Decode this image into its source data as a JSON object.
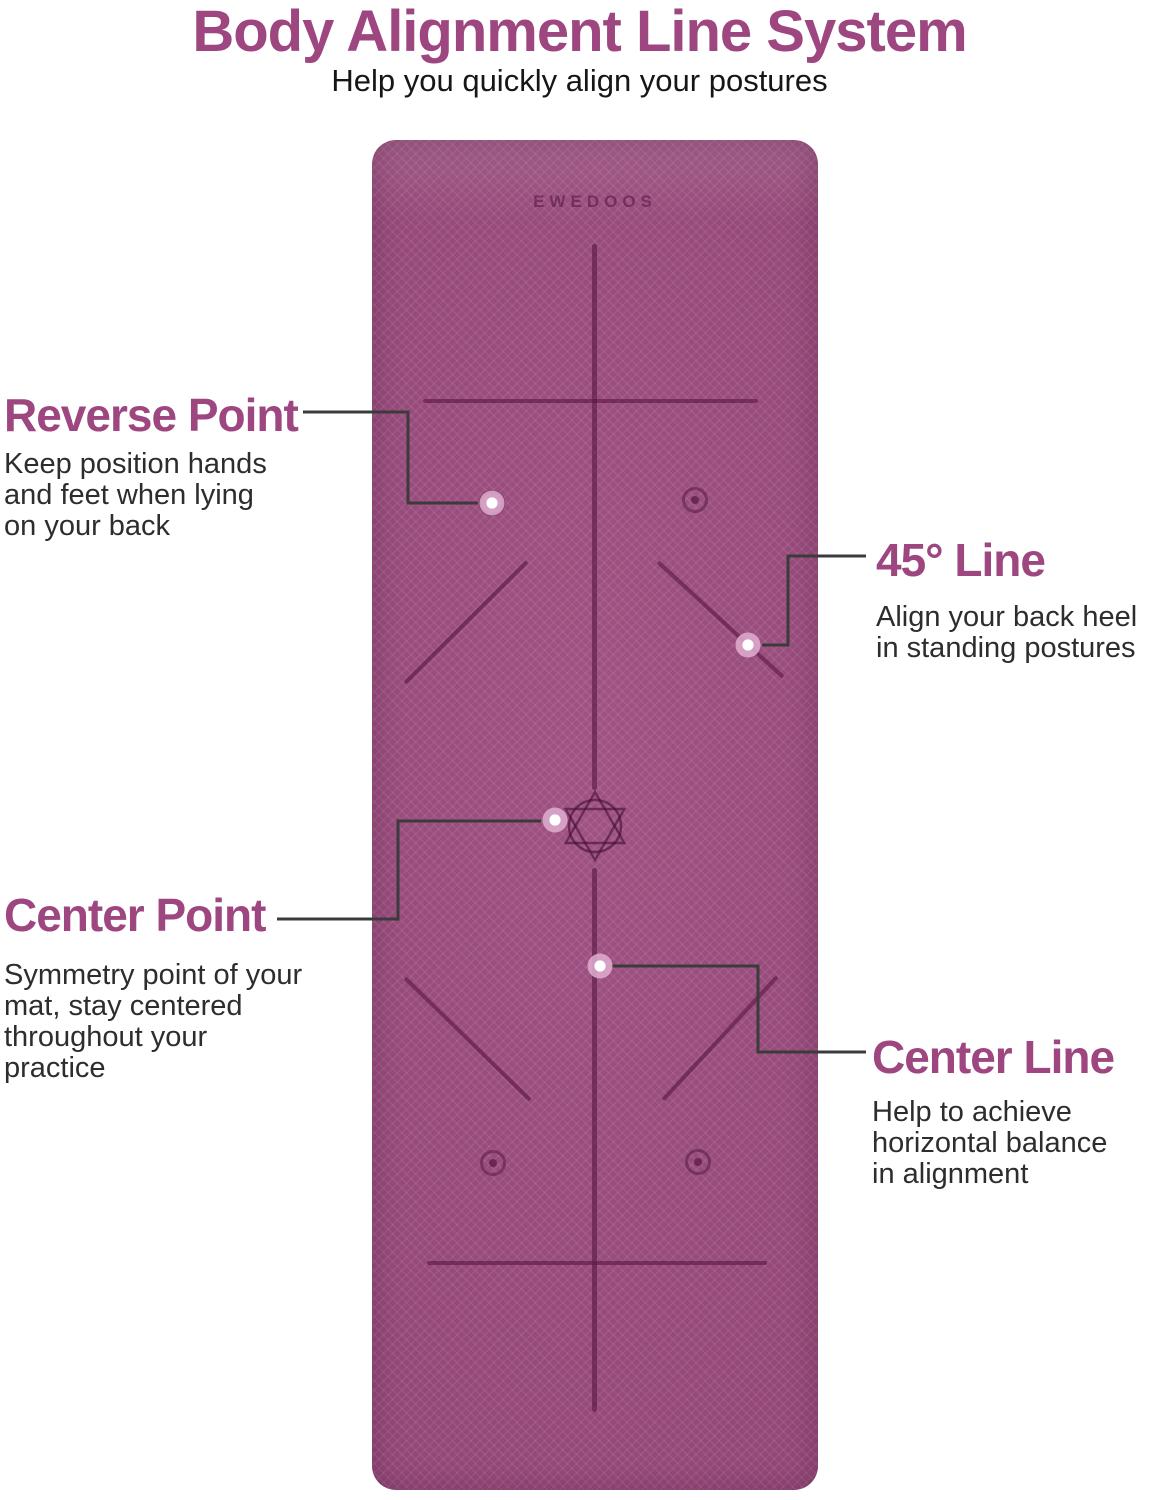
{
  "header": {
    "title": "Body Alignment Line System",
    "subtitle": "Help you quickly align your postures"
  },
  "mat": {
    "brand": "EWEDOOS",
    "color": "#9c4b7e",
    "marking_color": "#581846"
  },
  "callouts": {
    "reverse_point": {
      "title": "Reverse Point",
      "description": "Keep position hands\nand feet when lying\non your back"
    },
    "line_45": {
      "title": "45° Line",
      "description": "Align your back heel\nin standing postures"
    },
    "center_point": {
      "title": "Center Point",
      "description": "Symmetry point of your\nmat, stay centered\nthroughout your\npractice"
    },
    "center_line": {
      "title": "Center Line",
      "description": "Help to achieve\nhorizontal balance\nin alignment"
    }
  },
  "colors": {
    "accent": "#9d4680",
    "body_text": "#2d2d2d",
    "leader_line": "#3b3b3b",
    "callout_dot_core": "#ffffff",
    "callout_dot_halo": "#dfaecf",
    "background": "#ffffff"
  }
}
